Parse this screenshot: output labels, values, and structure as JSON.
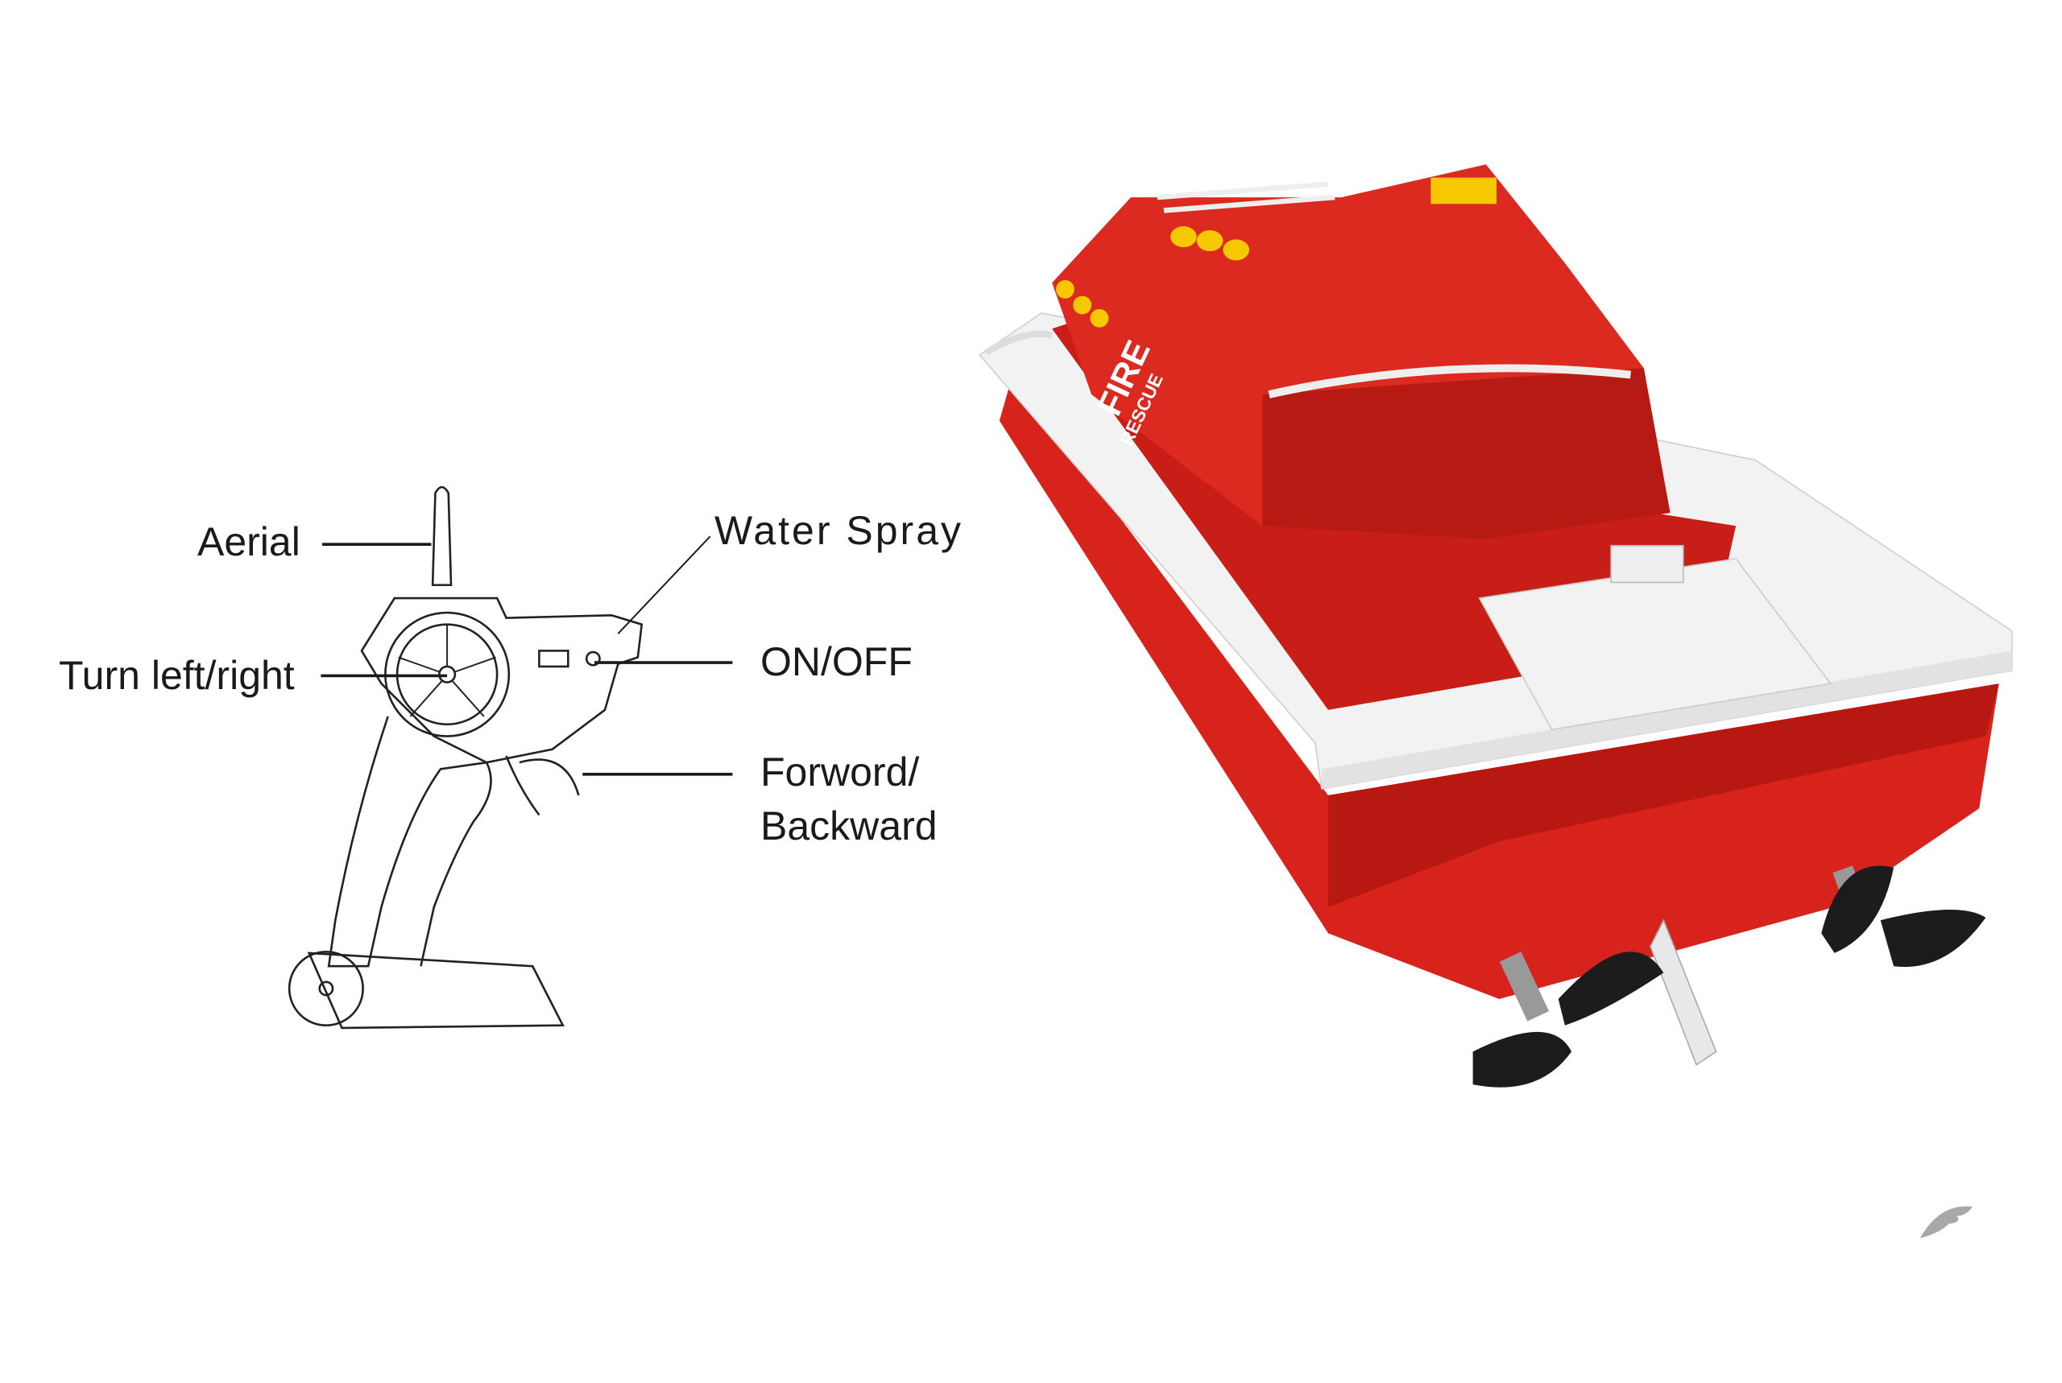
{
  "labels": {
    "aerial": "Aerial",
    "turn": "Turn left/right",
    "water_spray": "Water Spray",
    "on_off": "ON/OFF",
    "forward_line1": "Forword/",
    "forward_line2": "Backward"
  },
  "boat_decal": {
    "line1": "FIRE",
    "line2": "RESCUE"
  },
  "colors": {
    "hull_red": "#d8231c",
    "deck_white": "#f2f2f2",
    "light_yellow": "#f5c800",
    "prop_black": "#1c1c1c"
  }
}
